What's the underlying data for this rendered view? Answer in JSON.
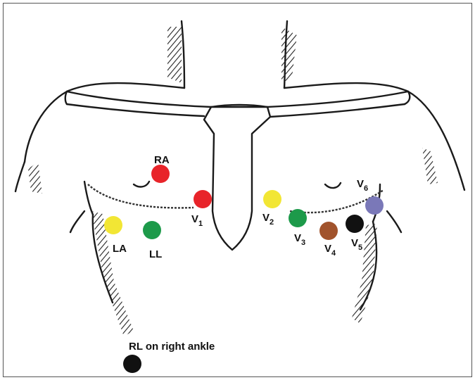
{
  "labels": {
    "ra": "RA",
    "la": "LA",
    "ll": "LL",
    "rl": "RL on right ankle",
    "v1": "V",
    "v1_sub": "1",
    "v2": "V",
    "v2_sub": "2",
    "v3": "V",
    "v3_sub": "3",
    "v4": "V",
    "v4_sub": "4",
    "v5": "V",
    "v5_sub": "5",
    "v6": "V",
    "v6_sub": "6"
  },
  "colors": {
    "ra": "#e8242a",
    "v1": "#e8242a",
    "la": "#f2e634",
    "v2": "#f2e634",
    "ll": "#1d9a4a",
    "v3": "#1d9a4a",
    "v4": "#a1532c",
    "v5": "#111111",
    "v6": "#7a78b8",
    "rl": "#111111"
  }
}
